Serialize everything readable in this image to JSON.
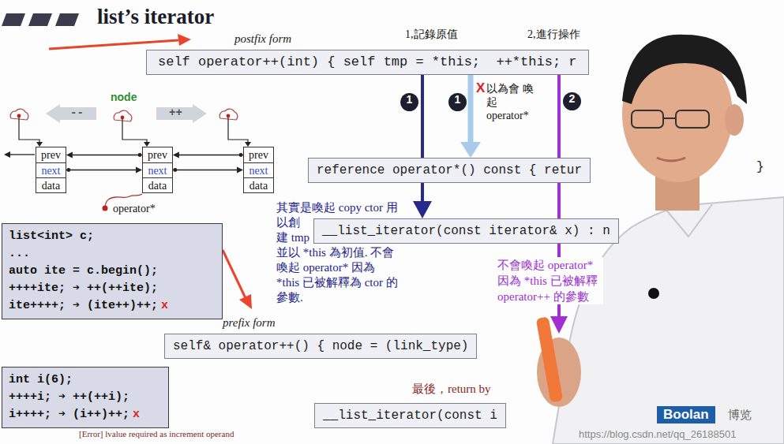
{
  "diagram": {
    "title": "list’s iterator",
    "nodes": [
      {
        "text": [
          "self operator++(int) { self tmp = *this;  ++*this; r"
        ]
      },
      {
        "text": [
          "reference operator*() const { retur"
        ]
      },
      {
        "text": [
          "__list_iterator(const iterator& x) : n"
        ]
      },
      {
        "text": [
          "self& operator++() { node = (link_type)"
        ]
      },
      {
        "text": [
          "__list_iterator(const i"
        ]
      },
      {
        "text": [
          "list<int> c;",
          "...",
          "auto ite = c.begin();",
          "++++ite; ➔ ++(++ite);",
          "ite++++; ➔ (ite++)++;"
        ]
      },
      {
        "text": [
          "int i(6);",
          "++++i; ➔ ++(++i);",
          "i++++; ➔ (i++)++;"
        ]
      },
      {
        "text": [
          "prev",
          "next",
          "data"
        ]
      },
      {
        "text": [
          "prev",
          "next",
          "data"
        ]
      },
      {
        "text": [
          "prev",
          "next",
          "data"
        ]
      }
    ],
    "edges": [
      {
        "from": 0,
        "to": 2,
        "arrow": "to"
      },
      {
        "from": 0,
        "to": 1,
        "arrow": "to"
      },
      {
        "from": 0,
        "to": 3,
        "arrow": "to"
      },
      {
        "from": 7,
        "to": 8,
        "arrow": "to"
      },
      {
        "from": 8,
        "to": 9,
        "arrow": "to"
      },
      {
        "from": 8,
        "to": 7,
        "arrow": "to"
      },
      {
        "from": 9,
        "to": 8,
        "arrow": "to"
      }
    ],
    "labels": [
      "1,記錄原值",
      "2,進行操作",
      "1",
      "1",
      "2",
      "X",
      "以為會 喚起 operator*",
      "其實是喚起 copy ctor 用以創建 tmp 並以 *this 為初值. 不會喚起 operator* 因為 *this 已被解釋為 ctor 的參數.",
      "不會喚起 operator* 因為 *this 已被解釋 operator++ 的參數",
      "}",
      "postfix form",
      "prefix form",
      "最後，return by",
      "node",
      "--",
      "++",
      "operator*",
      "x",
      "x",
      "[Error] lvalue required as increment operand",
      "https://blog.csdn.net/qq_26188501",
      "Boolan",
      "博览"
    ]
  }
}
